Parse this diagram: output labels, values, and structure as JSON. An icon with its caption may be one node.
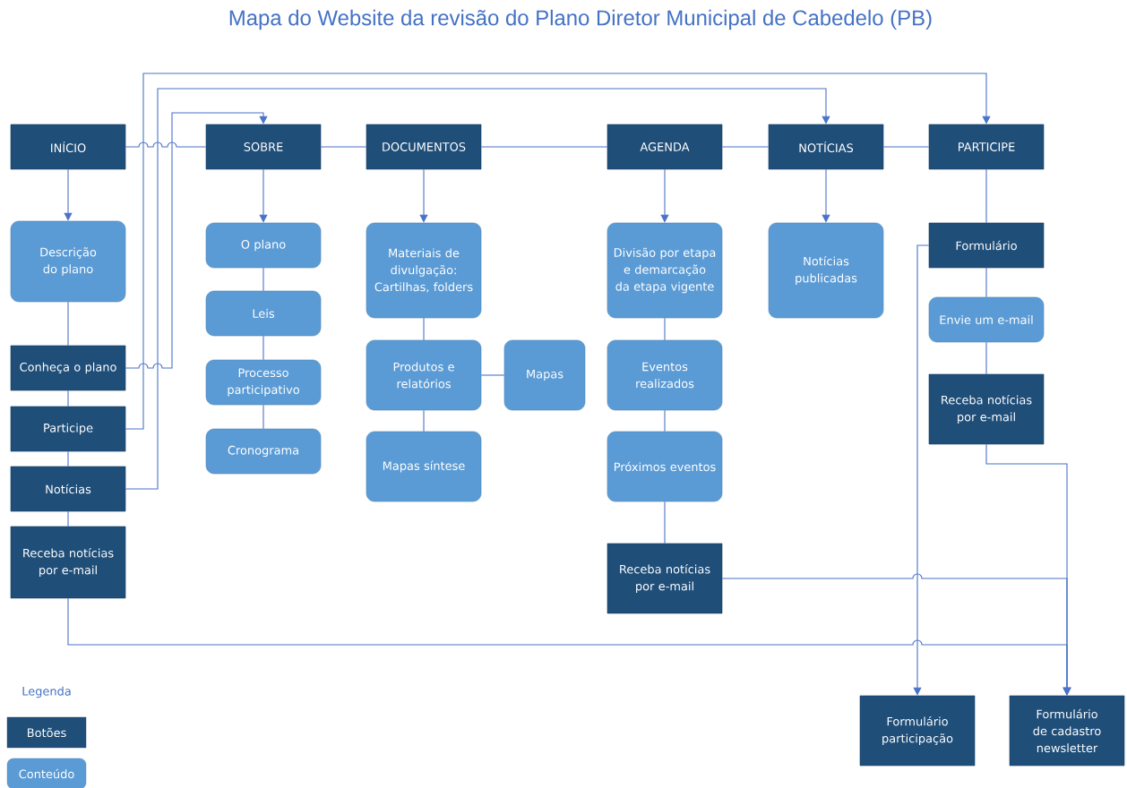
{
  "diagram": {
    "title": "Mapa do Website da revisão do Plano Diretor Municipal de Cabedelo (PB)",
    "nodes": [
      {
        "text": [
          "INÍCIO"
        ]
      },
      {
        "text": [
          "SOBRE"
        ]
      },
      {
        "text": [
          "DOCUMENTOS"
        ]
      },
      {
        "text": [
          "AGENDA"
        ]
      },
      {
        "text": [
          "NOTÍCIAS"
        ]
      },
      {
        "text": [
          "PARTICIPE"
        ]
      },
      {
        "text": [
          "Descrição do plano"
        ]
      },
      {
        "text": [
          "Conheça o plano"
        ]
      },
      {
        "text": [
          "Participe"
        ]
      },
      {
        "text": [
          "Notícias"
        ]
      },
      {
        "text": [
          "Receba notícias por e-mail"
        ]
      },
      {
        "text": [
          "O plano"
        ]
      },
      {
        "text": [
          "Leis"
        ]
      },
      {
        "text": [
          "Processo participativo"
        ]
      },
      {
        "text": [
          "Cronograma"
        ]
      },
      {
        "text": [
          "Materiais de divulgação: Cartilhas, folders"
        ]
      },
      {
        "text": [
          "Produtos e relatórios"
        ]
      },
      {
        "text": [
          "Mapas síntese"
        ]
      },
      {
        "text": [
          "Mapas"
        ]
      },
      {
        "text": [
          "Divisão por etapa e demarcação da etapa vigente"
        ]
      },
      {
        "text": [
          "Eventos realizados"
        ]
      },
      {
        "text": [
          "Próximos eventos"
        ]
      },
      {
        "text": [
          "Receba notícias por e-mail"
        ]
      },
      {
        "text": [
          "Notícias publicadas"
        ]
      },
      {
        "text": [
          "Formulário"
        ]
      },
      {
        "text": [
          "Envie um e-mail"
        ]
      },
      {
        "text": [
          "Receba notícias por e-mail"
        ]
      },
      {
        "text": [
          "Formulário participação"
        ]
      },
      {
        "text": [
          "Formulário de cadastro newsletter"
        ]
      }
    ],
    "edges": [
      {
        "from": 0,
        "to": 1,
        "arrow": "none"
      },
      {
        "from": 1,
        "to": 2,
        "arrow": "none"
      },
      {
        "from": 2,
        "to": 3,
        "arrow": "none"
      },
      {
        "from": 3,
        "to": 4,
        "arrow": "none"
      },
      {
        "from": 4,
        "to": 5,
        "arrow": "none"
      },
      {
        "from": 0,
        "to": 6,
        "arrow": "to"
      },
      {
        "from": 1,
        "to": 11,
        "arrow": "to"
      },
      {
        "from": 2,
        "to": 15,
        "arrow": "to"
      },
      {
        "from": 3,
        "to": 19,
        "arrow": "to"
      },
      {
        "from": 4,
        "to": 23,
        "arrow": "to"
      },
      {
        "from": 6,
        "to": 7,
        "arrow": "none"
      },
      {
        "from": 7,
        "to": 8,
        "arrow": "none"
      },
      {
        "from": 8,
        "to": 9,
        "arrow": "none"
      },
      {
        "from": 9,
        "to": 10,
        "arrow": "none"
      },
      {
        "from": 7,
        "to": 1,
        "arrow": "to"
      },
      {
        "from": 8,
        "to": 5,
        "arrow": "to"
      },
      {
        "from": 9,
        "to": 4,
        "arrow": "to"
      },
      {
        "from": 11,
        "to": 12,
        "arrow": "none"
      },
      {
        "from": 12,
        "to": 13,
        "arrow": "none"
      },
      {
        "from": 13,
        "to": 14,
        "arrow": "none"
      },
      {
        "from": 15,
        "to": 16,
        "arrow": "none"
      },
      {
        "from": 16,
        "to": 17,
        "arrow": "none"
      },
      {
        "from": 16,
        "to": 18,
        "arrow": "none"
      },
      {
        "from": 19,
        "to": 20,
        "arrow": "none"
      },
      {
        "from": 20,
        "to": 21,
        "arrow": "none"
      },
      {
        "from": 21,
        "to": 22,
        "arrow": "none"
      },
      {
        "from": 5,
        "to": 24,
        "arrow": "none"
      },
      {
        "from": 24,
        "to": 25,
        "arrow": "none"
      },
      {
        "from": 25,
        "to": 26,
        "arrow": "none"
      },
      {
        "from": 24,
        "to": 27,
        "arrow": "to"
      },
      {
        "from": 26,
        "to": 28,
        "arrow": "to"
      },
      {
        "from": 22,
        "to": 28,
        "arrow": "to"
      },
      {
        "from": 10,
        "to": 28,
        "arrow": "to"
      }
    ],
    "labels": [
      "Legenda"
    ],
    "legend": [
      {
        "text": "Botões",
        "color": "#1f4e79"
      },
      {
        "text": "Conteúdo",
        "color": "#5b9bd5"
      }
    ]
  }
}
